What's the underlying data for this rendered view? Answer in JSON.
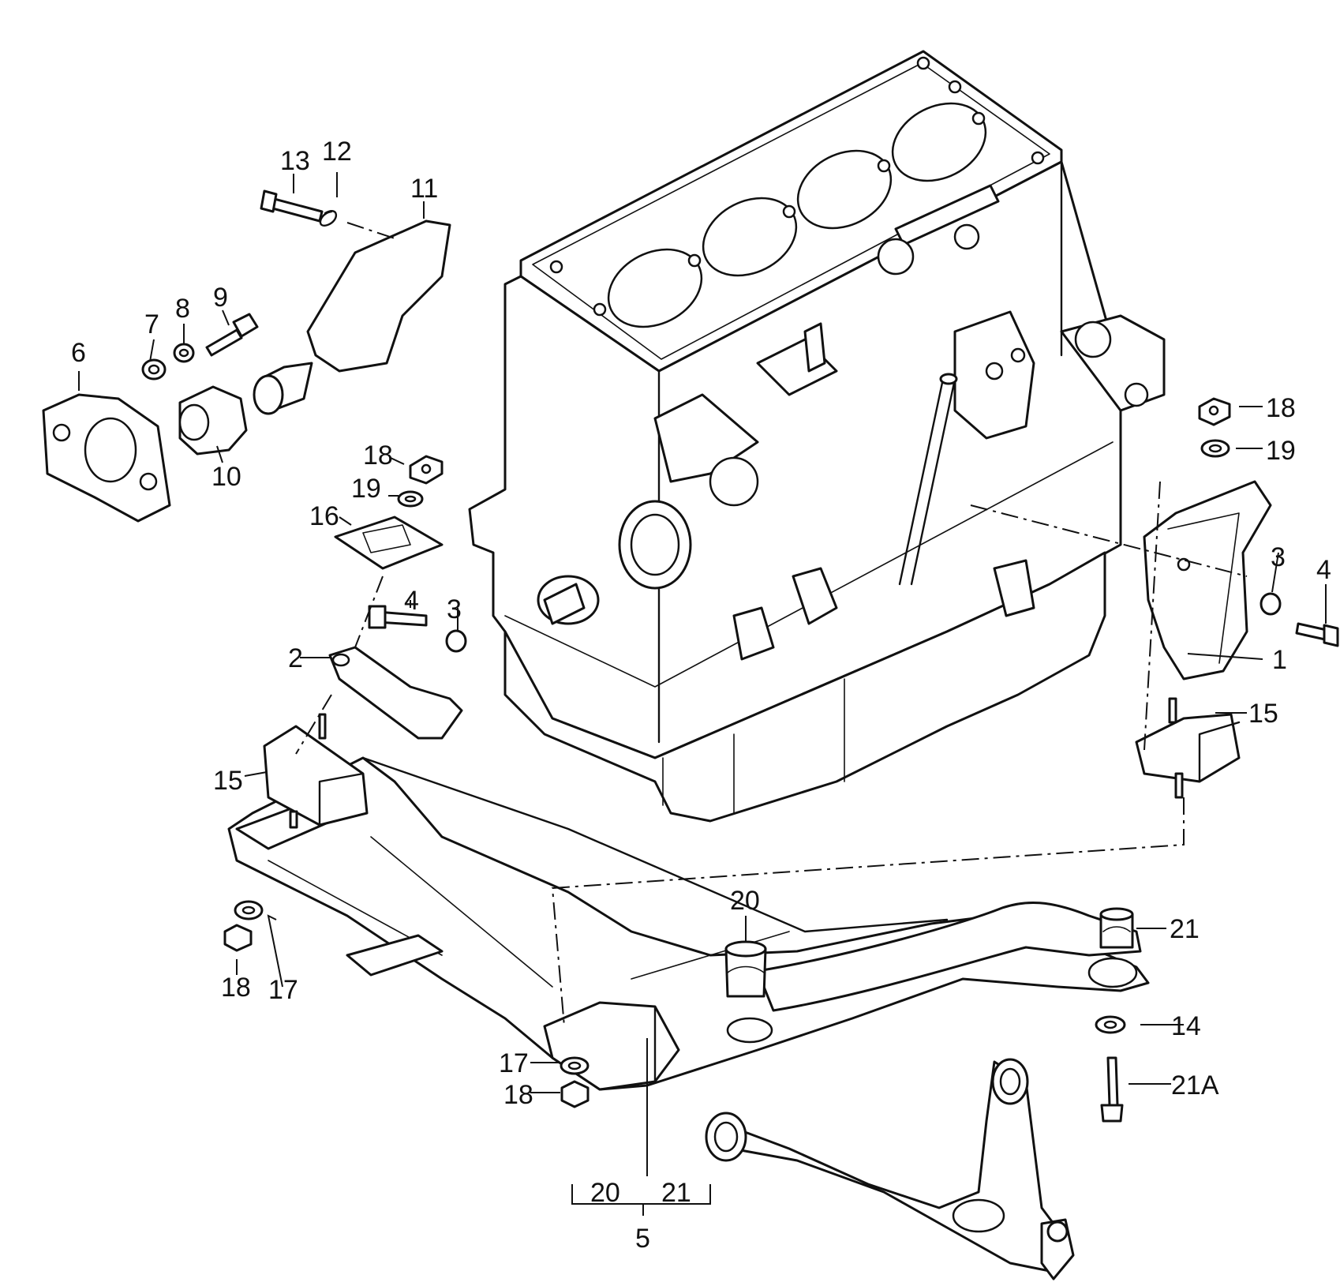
{
  "diagram": {
    "callouts": {
      "c1": "1",
      "c2": "2",
      "c3_left": "3",
      "c3_right": "3",
      "c4_left": "4",
      "c4_right": "4",
      "c5": "5",
      "c6": "6",
      "c7": "7",
      "c8": "8",
      "c9": "9",
      "c10": "10",
      "c11": "11",
      "c12": "12",
      "c13": "13",
      "c14": "14",
      "c15_left": "15",
      "c15_right": "15",
      "c16": "16",
      "c17_left": "17",
      "c17_bottom": "17",
      "c18_top_left": "18",
      "c18_right": "18",
      "c18_left": "18",
      "c18_bottom": "18",
      "c19_left": "19",
      "c19_right": "19",
      "c20_center": "20",
      "c20_bracket": "20",
      "c21_right": "21",
      "c21_bracket": "21",
      "c21A": "21A"
    }
  }
}
